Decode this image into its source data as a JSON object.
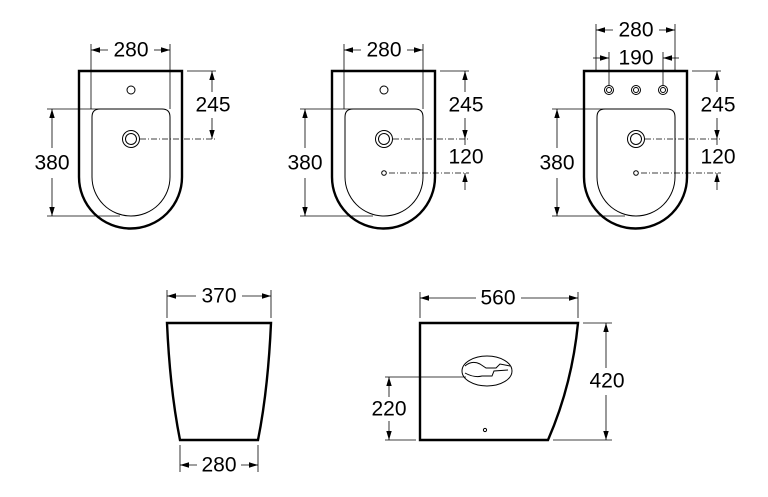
{
  "top_views": [
    {
      "width": "280",
      "depth_to_drain": "245",
      "basin_length": "380"
    },
    {
      "width": "280",
      "depth_to_drain": "245",
      "basin_length": "380",
      "drain_to_hole": "120"
    },
    {
      "width": "280",
      "tap_spacing": "190",
      "depth_to_drain": "245",
      "basin_length": "380",
      "drain_to_hole": "120"
    }
  ],
  "front_view": {
    "top_width": "370",
    "bottom_width": "280"
  },
  "side_view": {
    "length": "560",
    "height": "420",
    "outlet_height": "220"
  },
  "colors": {
    "line": "#000000",
    "background": "#ffffff"
  }
}
